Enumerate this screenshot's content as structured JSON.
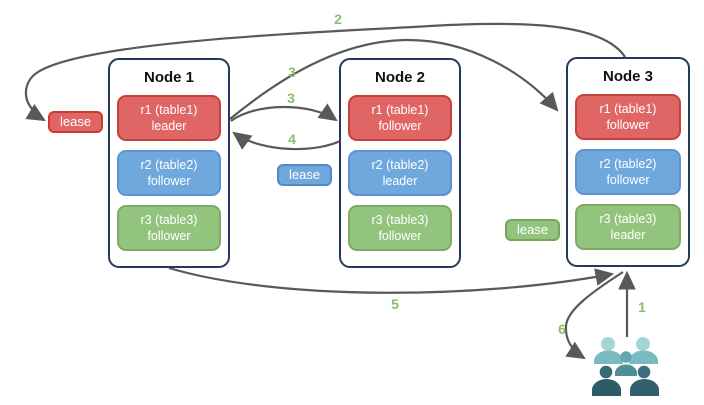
{
  "nodes": [
    {
      "title": "Node 1",
      "replicas": [
        {
          "name": "r1 (table1)",
          "role": "leader",
          "color": "red"
        },
        {
          "name": "r2 (table2)",
          "role": "follower",
          "color": "blue"
        },
        {
          "name": "r3 (table3)",
          "role": "follower",
          "color": "green"
        }
      ]
    },
    {
      "title": "Node 2",
      "replicas": [
        {
          "name": "r1 (table1)",
          "role": "follower",
          "color": "red"
        },
        {
          "name": "r2 (table2)",
          "role": "leader",
          "color": "blue"
        },
        {
          "name": "r3 (table3)",
          "role": "follower",
          "color": "green"
        }
      ]
    },
    {
      "title": "Node 3",
      "replicas": [
        {
          "name": "r1 (table1)",
          "role": "follower",
          "color": "red"
        },
        {
          "name": "r2 (table2)",
          "role": "follower",
          "color": "blue"
        },
        {
          "name": "r3 (table3)",
          "role": "leader",
          "color": "green"
        }
      ]
    }
  ],
  "leases": [
    {
      "label": "lease",
      "color": "red"
    },
    {
      "label": "lease",
      "color": "blue"
    },
    {
      "label": "lease",
      "color": "green"
    }
  ],
  "arrows": [
    {
      "label": "1"
    },
    {
      "label": "2"
    },
    {
      "label": "3"
    },
    {
      "label": "3"
    },
    {
      "label": "4"
    },
    {
      "label": "5"
    },
    {
      "label": "6"
    }
  ],
  "icons": {
    "users_group": "users-group-icon"
  },
  "colors": {
    "replica_red": "#e06666",
    "replica_blue": "#6fa8dc",
    "replica_green": "#93c47d",
    "red_border": "#c4423a",
    "blue_border": "#5e94cf",
    "green_border": "#7dab64",
    "node_border": "#24395b",
    "arrow_gray": "#595959",
    "label_green": "#8cbd6d",
    "people_light": "#a3d5d5",
    "people_mid": "#4e8e97",
    "people_dark": "#2e5b68"
  }
}
